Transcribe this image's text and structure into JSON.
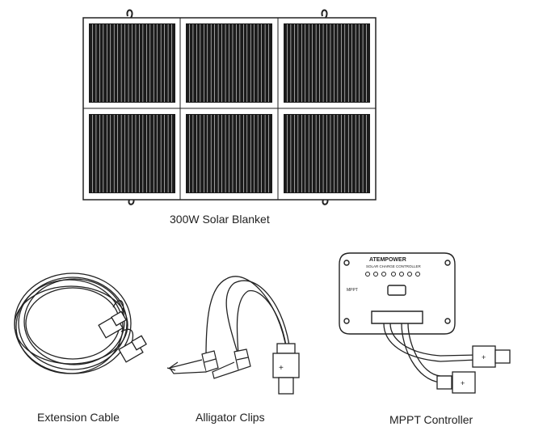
{
  "items": {
    "solar_blanket": {
      "label": "300W  Solar Blanket"
    },
    "extension_cable": {
      "label": "Extension Cable"
    },
    "alligator_clips": {
      "label": "Alligator Clips"
    },
    "mppt_controller": {
      "label": "MPPT Controller",
      "brand": "ATEMPOWER",
      "subtitle": "SOLAR CHARGE CONTROLLER",
      "model": "MPPT"
    }
  },
  "colors": {
    "ink": "#222222",
    "panel_cell": "#1b1b1b",
    "background": "#ffffff"
  },
  "icons": {
    "connector_plus": "+",
    "connector_minus": "-"
  }
}
